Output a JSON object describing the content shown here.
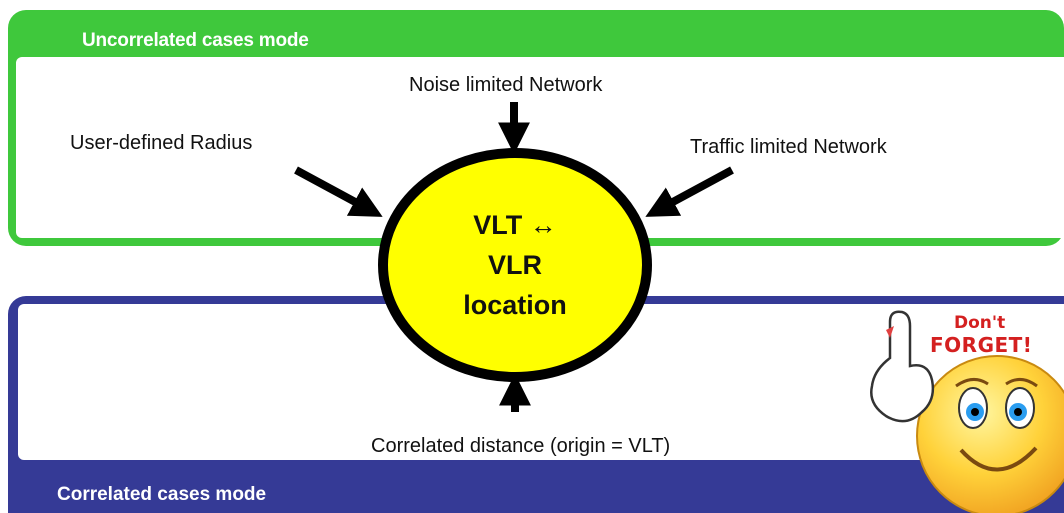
{
  "top_section": {
    "title": "Uncorrelated cases mode"
  },
  "bottom_section": {
    "title": "Correlated cases mode"
  },
  "inputs": {
    "noise": "Noise limited Network",
    "user_radius": "User-defined Radius",
    "traffic": "Traffic limited Network",
    "correlated": "Correlated distance (origin = VLT)"
  },
  "hub": {
    "line1": "VLT ↔",
    "line2": "VLR",
    "line3": "location"
  },
  "reminder": {
    "line1": "Don't",
    "line2": "FORGET!"
  },
  "colors": {
    "top_frame": "#3fc83c",
    "bottom_frame": "#353a96",
    "hub_fill": "#ffff00",
    "hub_stroke": "#000000"
  }
}
